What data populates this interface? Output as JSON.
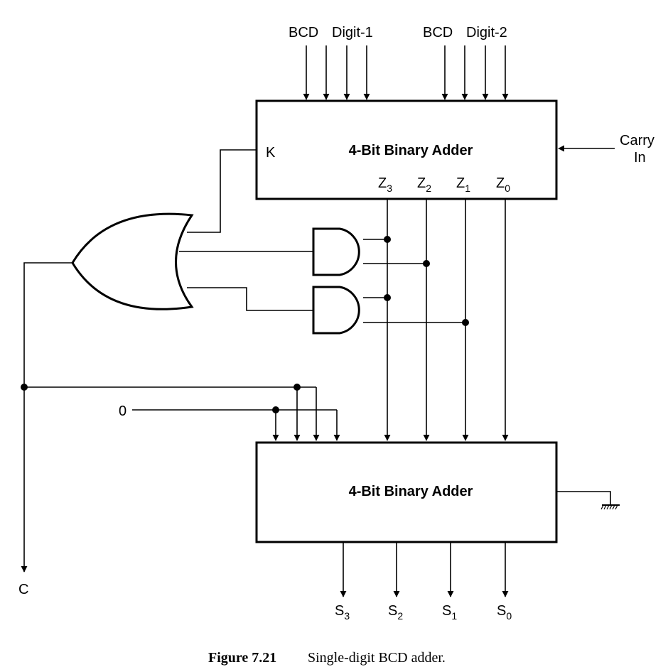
{
  "inputs": {
    "bcd1_label": "BCD",
    "digit1_label": "Digit-1",
    "bcd2_label": "BCD",
    "digit2_label": "Digit-2",
    "carry_in_line1": "Carry",
    "carry_in_line2": "In",
    "zero_label": "0"
  },
  "adder_top": {
    "title": "4-Bit Binary Adder",
    "k_label": "K",
    "outputs": [
      "Z",
      "Z",
      "Z",
      "Z"
    ],
    "output_subs": [
      "3",
      "2",
      "1",
      "0"
    ]
  },
  "adder_bottom": {
    "title": "4-Bit Binary Adder"
  },
  "outputs": {
    "carry_label": "C",
    "sums": [
      "S",
      "S",
      "S",
      "S"
    ],
    "sum_subs": [
      "3",
      "2",
      "1",
      "0"
    ]
  },
  "caption": {
    "number": "Figure 7.21",
    "text": "Single-digit BCD adder."
  }
}
